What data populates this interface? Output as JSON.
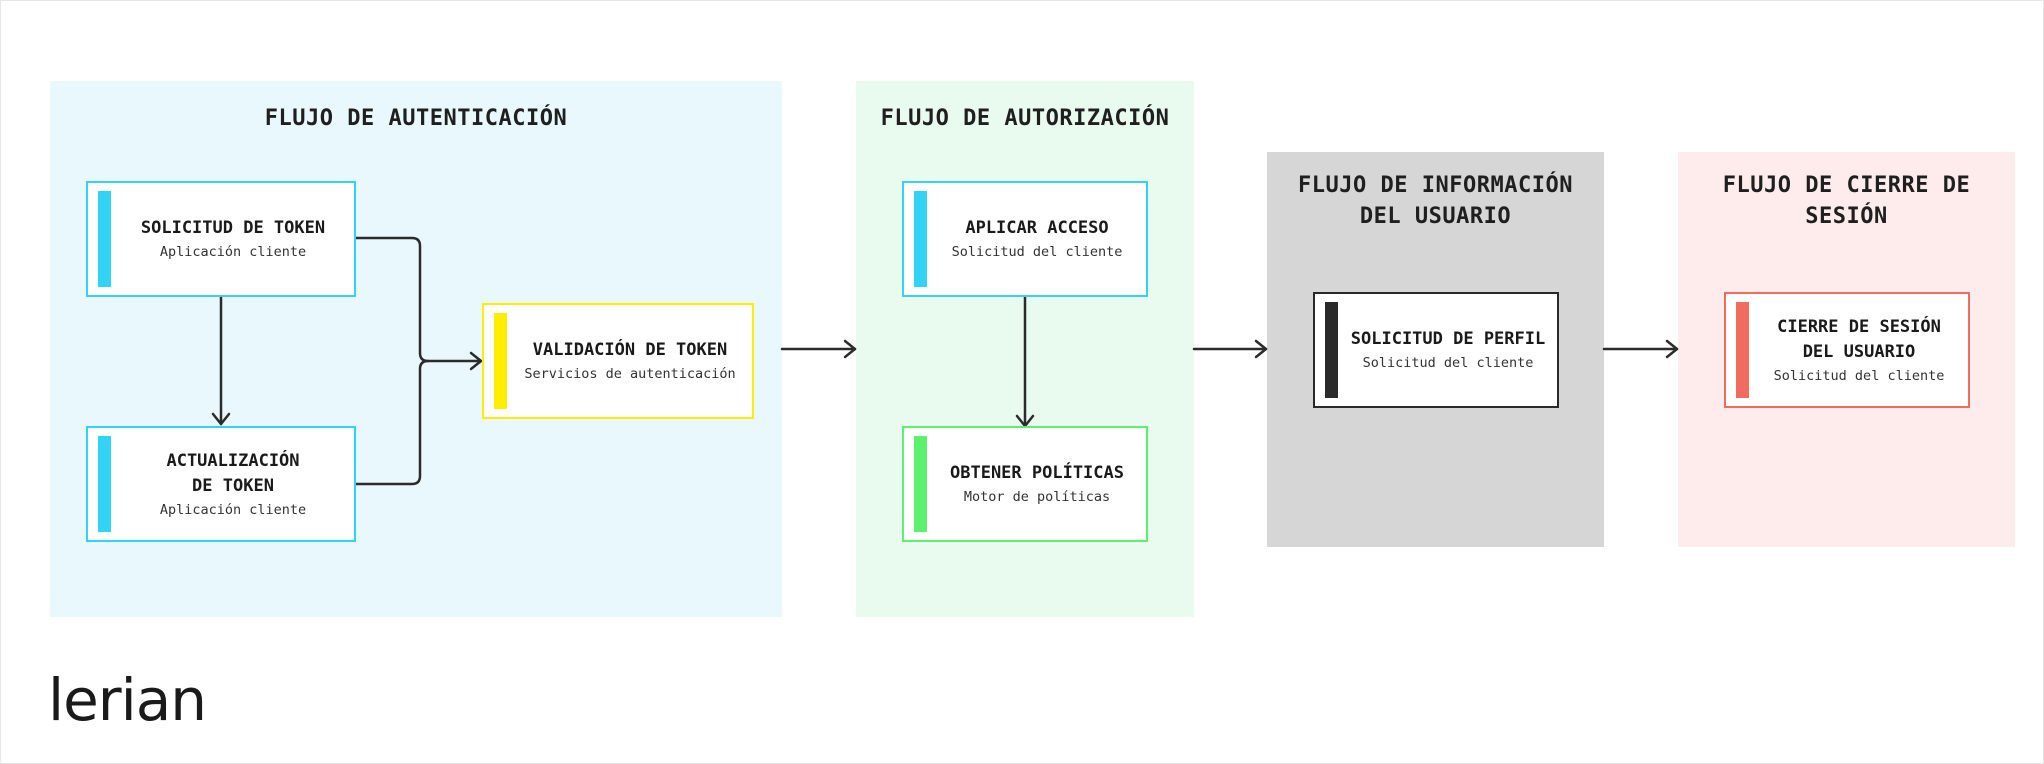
{
  "colors": {
    "auth_bg": "#e8f8fc",
    "authz_bg": "#e9faee",
    "info_bg": "#d6d6d6",
    "logout_bg": "#fdeceb",
    "cyan": "#33d3f5",
    "yellow": "#ffee00",
    "green": "#5df06f",
    "dark": "#2a2a2a",
    "red": "#f26b5f",
    "line": "#2b2b2b"
  },
  "panels": {
    "auth": {
      "title": "FLUJO DE AUTENTICACIÓN"
    },
    "authz": {
      "title": "FLUJO DE AUTORIZACIÓN"
    },
    "info": {
      "title": "FLUJO DE INFORMACIÓN\nDEL USUARIO"
    },
    "logout": {
      "title": "FLUJO DE CIERRE DE\nSESIÓN"
    }
  },
  "nodes": {
    "token_request": {
      "title": "SOLICITUD DE TOKEN",
      "subtitle": "Aplicación cliente"
    },
    "token_refresh": {
      "title": "ACTUALIZACIÓN\nDE TOKEN",
      "subtitle": "Aplicación cliente"
    },
    "token_validation": {
      "title": "VALIDACIÓN DE TOKEN",
      "subtitle": "Servicios de autenticación"
    },
    "apply_access": {
      "title": "APLICAR ACCESO",
      "subtitle": "Solicitud del cliente"
    },
    "get_policies": {
      "title": "OBTENER POLÍTICAS",
      "subtitle": "Motor de políticas"
    },
    "profile_request": {
      "title": "SOLICITUD DE PERFIL",
      "subtitle": "Solicitud del cliente"
    },
    "user_logout": {
      "title": "CIERRE DE SESIÓN\nDEL USUARIO",
      "subtitle": "Solicitud del cliente"
    }
  },
  "logo": {
    "text": "lerian"
  }
}
